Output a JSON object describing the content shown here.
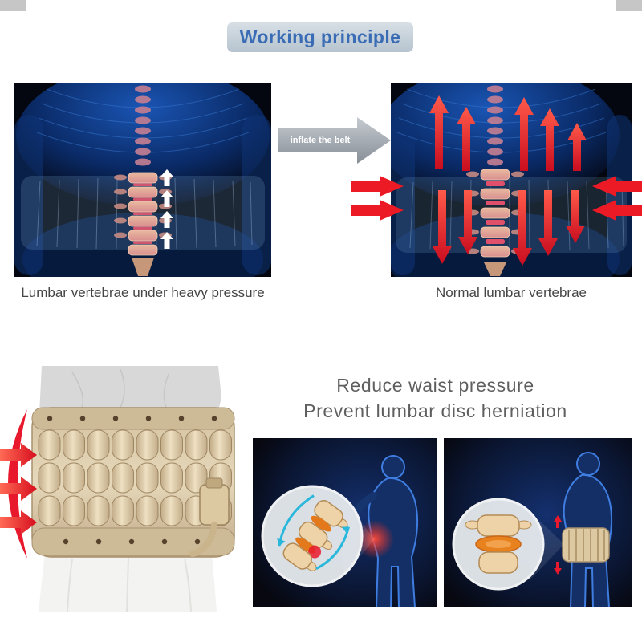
{
  "header": {
    "title": "Working principle"
  },
  "xray_section": {
    "inflate_arrow_label": "inflate the belt",
    "left_caption": "Lumbar vertebrae under heavy pressure",
    "right_caption": "Normal lumbar vertebrae"
  },
  "benefits": {
    "line1": "Reduce waist pressure",
    "line2": "Prevent lumbar disc herniation"
  },
  "colors": {
    "title_blue": "#3a6cb5",
    "banner_bg": "#c3cfd8",
    "accent_red": "#e8192c",
    "inflate_arrow_gray": "#99a0a8",
    "caption_gray": "#454545",
    "benefit_gray": "#5f5f5f",
    "xray_background": "#04070f",
    "xray_glow_blue": "#1a55b4",
    "belt_beige": "#d8c7a4"
  },
  "icons": {
    "inflate_arrow": "right-arrow-icon",
    "compression": "white-up-arrows-icon",
    "decompression": "red-up-down-arrows-icon",
    "inward_pressure": "red-inward-arrows-icon",
    "waist_pressure": "red-right-arrows-icon"
  }
}
